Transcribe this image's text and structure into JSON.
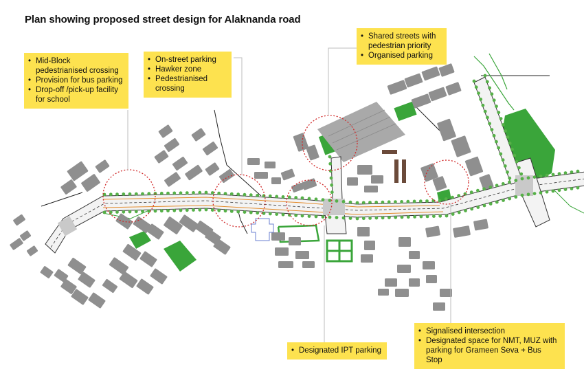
{
  "title": "Plan showing proposed street design for Alaknanda road",
  "colors": {
    "callout": "#fde24f",
    "building": "#8f8f8f",
    "greenery": "#3aa53a",
    "tree": "#56b048",
    "road_edge": "#333333",
    "crossing": "#c9c9c9",
    "focus_circle": "#d12a2a"
  },
  "callouts": [
    {
      "id": "midblock",
      "items": [
        "Mid-Block pedestrianised crossing",
        "Provision for bus parking",
        "Drop-off /pick-up facility for school"
      ]
    },
    {
      "id": "onstreet",
      "items": [
        "On-street parking",
        "Hawker zone",
        "Pedestrianised crossing"
      ]
    },
    {
      "id": "shared",
      "items": [
        "Shared streets with pedestrian priority",
        "Organised parking"
      ]
    },
    {
      "id": "ipt",
      "items": [
        "Designated IPT parking"
      ]
    },
    {
      "id": "signal",
      "items": [
        "Signalised intersection",
        "Designated space for NMT, MUZ with parking for Grameen Seva + Bus Stop"
      ]
    }
  ]
}
